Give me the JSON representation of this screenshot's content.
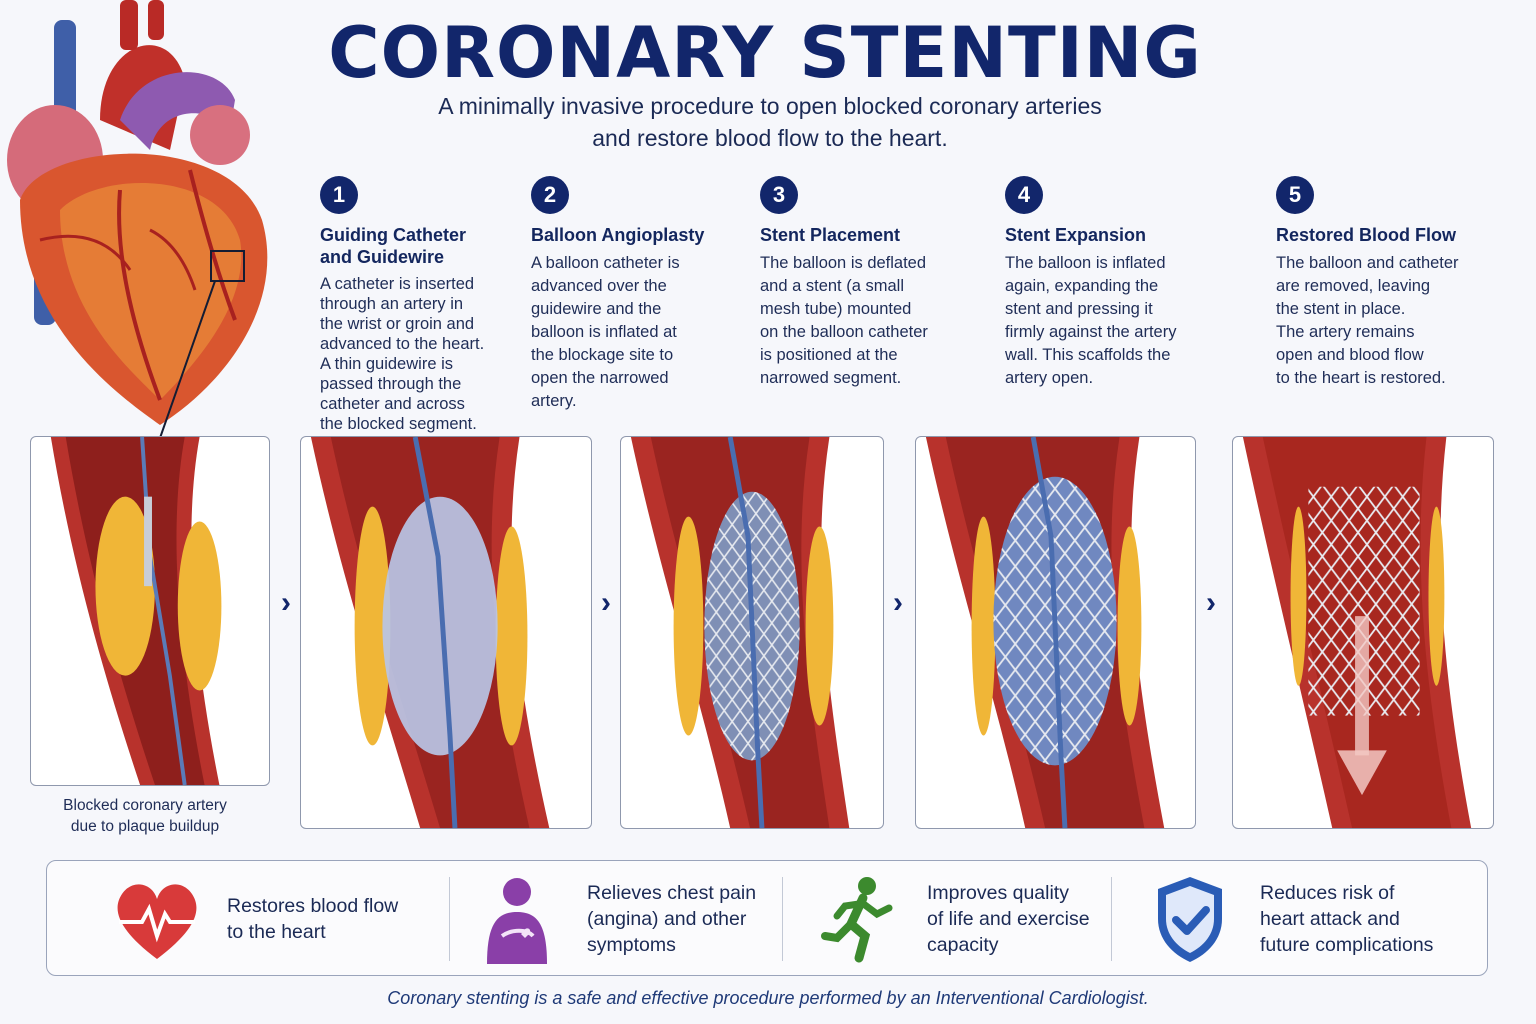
{
  "title": "CORONARY STENTING",
  "subtitle_line1": "A minimally invasive procedure to open blocked coronary arteries",
  "subtitle_line2": "and restore blood flow to the heart.",
  "steps": [
    {
      "num": "1",
      "head": "Guiding Catheter\nand Guidewire",
      "body": "A catheter is inserted\nthrough an artery in\nthe wrist or groin and\nadvanced to the heart.\nA thin guidewire is\npassed through the\ncatheter and across\nthe blocked segment."
    },
    {
      "num": "2",
      "head": "Balloon Angioplasty",
      "body": "A balloon catheter is\nadvanced over the\nguidewire and the\nballoon is inflated at\nthe blockage site to\nopen the narrowed\nartery."
    },
    {
      "num": "3",
      "head": "Stent Placement",
      "body": "The balloon is deflated\nand a stent (a small\nmesh tube) mounted\non the balloon catheter\nis positioned at the\nnarrowed segment."
    },
    {
      "num": "4",
      "head": "Stent Expansion",
      "body": "The balloon is inflated\nagain, expanding the\nstent and pressing it\nfirmly against the artery\nwall. This scaffolds the\nartery open."
    },
    {
      "num": "5",
      "head": "Restored Blood Flow",
      "body": "The balloon and catheter\nare removed, leaving\nthe stent in place.\nThe artery remains\nopen and blood flow\nto the heart is restored."
    }
  ],
  "caption": "Blocked coronary artery\ndue to plaque buildup",
  "benefits": [
    {
      "icon": "heart-pulse-icon",
      "text": "Restores blood flow\nto the heart"
    },
    {
      "icon": "chest-pain-person-icon",
      "text": "Relieves chest pain\n(angina) and other\nsymptoms"
    },
    {
      "icon": "running-person-icon",
      "text": "Improves quality\nof life and exercise\ncapacity"
    },
    {
      "icon": "shield-check-icon",
      "text": "Reduces risk of\nheart attack and\nfuture complications"
    }
  ],
  "footer": "Coronary stenting is a safe and effective procedure performed by an Interventional Cardiologist.",
  "colors": {
    "navy": "#12266b",
    "artery_red": "#b8322c",
    "plaque_yellow": "#f0b637",
    "heart_red": "#d6442f",
    "benefit_red": "#d83a3a",
    "benefit_purple": "#8a3fa8",
    "benefit_green": "#3c8a2e",
    "benefit_blue": "#2a5cb6"
  }
}
